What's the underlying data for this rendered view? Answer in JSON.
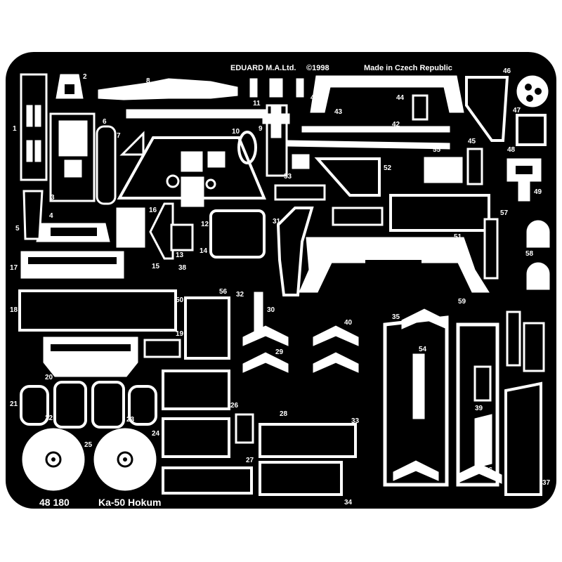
{
  "fret": {
    "header_left": "EDUARD M.A.Ltd.",
    "copyright": "©1998",
    "header_right": "Made in Czech Republic",
    "footer_code": "48 180",
    "footer_title": "Ka-50 Hokum"
  },
  "colors": {
    "metal": "#000000",
    "background": "#ffffff"
  },
  "part_numbers": [
    "1",
    "2",
    "3",
    "4",
    "5",
    "6",
    "7",
    "8",
    "9",
    "10",
    "11",
    "12",
    "13",
    "14",
    "15",
    "16",
    "17",
    "18",
    "19",
    "20",
    "21",
    "22",
    "23",
    "24",
    "25",
    "26",
    "27",
    "28",
    "29",
    "30",
    "31",
    "32",
    "33",
    "34",
    "35",
    "36",
    "37",
    "38",
    "39",
    "40",
    "41",
    "42",
    "43",
    "44",
    "45",
    "46",
    "47",
    "48",
    "49",
    "50",
    "51",
    "52",
    "53",
    "54",
    "55",
    "56",
    "57",
    "58",
    "59"
  ]
}
